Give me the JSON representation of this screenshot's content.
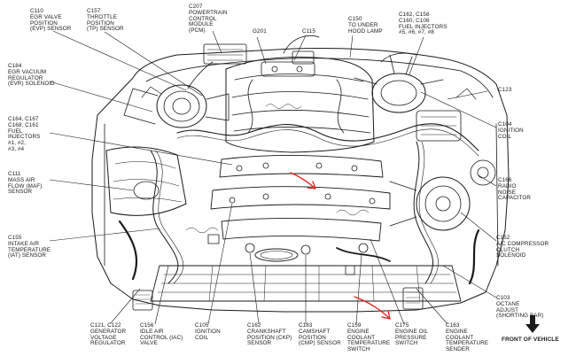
{
  "diagram": {
    "labels": {
      "c110": [
        "C110",
        "EGR VALVE",
        "POSITION",
        "(EVP) SENSOR"
      ],
      "c157": [
        "C157",
        "THROTTLE",
        "POSITION",
        "(TP) SENSOR"
      ],
      "c207": [
        "C207",
        "POWERTRAIN",
        "CONTROL",
        "MODULE",
        "(PCM)"
      ],
      "g201": [
        "G201"
      ],
      "c115": [
        "C115"
      ],
      "c150": [
        "C150",
        "TO UNDER",
        "HOOD LAMP"
      ],
      "c162": [
        "C162, C158",
        "C160, C106",
        "FUEL INJECTORS",
        "#5, #6, #7, #8"
      ],
      "c184": [
        "C184",
        "EGR VACUUM",
        "REGULATOR",
        "(EVR) SOLENOID"
      ],
      "c123": [
        "C123"
      ],
      "c164": [
        "C164, C167",
        "C168, C161",
        "FUEL",
        "INJECTORS",
        "#1, #2,",
        "#3, #4"
      ],
      "c104": [
        "C104",
        "IGNITION",
        "COIL"
      ],
      "c111": [
        "C111",
        "MASS AIR",
        "FLOW (MAF)",
        "SENSOR"
      ],
      "c166": [
        "C166",
        "RADIO",
        "NOISE",
        "CAPACITOR"
      ],
      "c155": [
        "C155",
        "INTAKE AIR",
        "TEMPERATURE",
        "(IAT) SENSOR"
      ],
      "c152": [
        "C152",
        "A/C COMPRESSOR",
        "CLUTCH",
        "SOLENOID"
      ],
      "c103": [
        "C103",
        "OCTANE",
        "ADJUST",
        "(SHORTING BAR)"
      ],
      "c121": [
        "C121, C122",
        "GENERATOR",
        "VOLTAGE",
        "REGULATOR"
      ],
      "c156": [
        "C156",
        "IDLE AIR",
        "CONTROL (IAC)",
        "VALVE"
      ],
      "c105": [
        "C105",
        "IGNITION",
        "COIL"
      ],
      "c162b": [
        "C162",
        "CRANKSHAFT",
        "POSITION (CKP)",
        "SENSOR"
      ],
      "c183": [
        "C183",
        "CAMSHAFT",
        "POSITION",
        "(CMP) SENSOR"
      ],
      "c159": [
        "C159",
        "ENGINE",
        "COOLANT",
        "TEMPERATURE",
        "SWITCH"
      ],
      "c175": [
        "C175",
        "ENGINE OIL",
        "PRESSURE",
        "SWITCH"
      ],
      "c163": [
        "C163",
        "ENGINE",
        "COOLANT",
        "TEMPERATURE",
        "SENDER"
      ],
      "front": [
        "FRONT OF VEHICLE"
      ]
    },
    "colors": {
      "ink": "#1a1a1a",
      "annotation": "#e0201c",
      "background": "#ffffff"
    }
  }
}
